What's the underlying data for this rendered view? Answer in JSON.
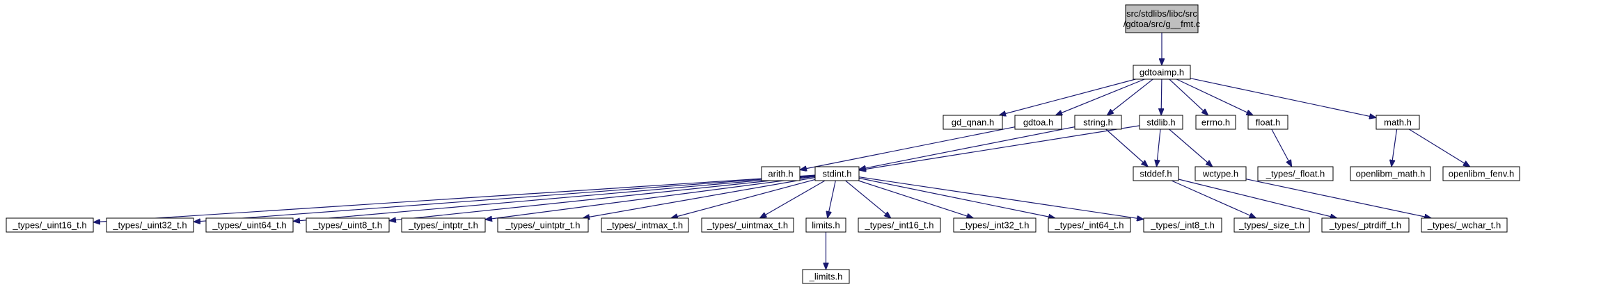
{
  "diagram": {
    "title": "src/stdlibs/libc/src/gdtoa/src/g__fmt.c",
    "colors": {
      "edge": "#191970",
      "root_fill": "#bfbfbf",
      "node_fill": "#ffffff",
      "border": "#000000"
    },
    "nodes": [
      {
        "id": "root",
        "lines": [
          "src/stdlibs/libc/src",
          "/gdtoa/src/g__fmt.c"
        ]
      },
      {
        "id": "gdtoaimp",
        "lines": [
          "gdtoaimp.h"
        ]
      },
      {
        "id": "gd_qnan",
        "lines": [
          "gd_qnan.h"
        ]
      },
      {
        "id": "gdtoa",
        "lines": [
          "gdtoa.h"
        ]
      },
      {
        "id": "string",
        "lines": [
          "string.h"
        ]
      },
      {
        "id": "stdlib",
        "lines": [
          "stdlib.h"
        ]
      },
      {
        "id": "errno",
        "lines": [
          "errno.h"
        ]
      },
      {
        "id": "float",
        "lines": [
          "float.h"
        ]
      },
      {
        "id": "math",
        "lines": [
          "math.h"
        ]
      },
      {
        "id": "arith",
        "lines": [
          "arith.h"
        ]
      },
      {
        "id": "stdint",
        "lines": [
          "stdint.h"
        ]
      },
      {
        "id": "stddef",
        "lines": [
          "stddef.h"
        ]
      },
      {
        "id": "wctype",
        "lines": [
          "wctype.h"
        ]
      },
      {
        "id": "types_float",
        "lines": [
          "_types/_float.h"
        ]
      },
      {
        "id": "openlibm_math",
        "lines": [
          "openlibm_math.h"
        ]
      },
      {
        "id": "openlibm_fenv",
        "lines": [
          "openlibm_fenv.h"
        ]
      },
      {
        "id": "uint16",
        "lines": [
          "_types/_uint16_t.h"
        ]
      },
      {
        "id": "uint32",
        "lines": [
          "_types/_uint32_t.h"
        ]
      },
      {
        "id": "uint64",
        "lines": [
          "_types/_uint64_t.h"
        ]
      },
      {
        "id": "uint8",
        "lines": [
          "_types/_uint8_t.h"
        ]
      },
      {
        "id": "intptr",
        "lines": [
          "_types/_intptr_t.h"
        ]
      },
      {
        "id": "uintptr",
        "lines": [
          "_types/_uintptr_t.h"
        ]
      },
      {
        "id": "intmax",
        "lines": [
          "_types/_intmax_t.h"
        ]
      },
      {
        "id": "uintmax",
        "lines": [
          "_types/_uintmax_t.h"
        ]
      },
      {
        "id": "limits",
        "lines": [
          "limits.h"
        ]
      },
      {
        "id": "int16",
        "lines": [
          "_types/_int16_t.h"
        ]
      },
      {
        "id": "int32",
        "lines": [
          "_types/_int32_t.h"
        ]
      },
      {
        "id": "int64",
        "lines": [
          "_types/_int64_t.h"
        ]
      },
      {
        "id": "int8",
        "lines": [
          "_types/_int8_t.h"
        ]
      },
      {
        "id": "size_t",
        "lines": [
          "_types/_size_t.h"
        ]
      },
      {
        "id": "ptrdiff",
        "lines": [
          "_types/_ptrdiff_t.h"
        ]
      },
      {
        "id": "wchar",
        "lines": [
          "_types/_wchar_t.h"
        ]
      },
      {
        "id": "_limits",
        "lines": [
          "_limits.h"
        ]
      }
    ],
    "edges": [
      [
        "root",
        "gdtoaimp"
      ],
      [
        "gdtoaimp",
        "gd_qnan"
      ],
      [
        "gdtoaimp",
        "gdtoa"
      ],
      [
        "gdtoaimp",
        "string"
      ],
      [
        "gdtoaimp",
        "stdlib"
      ],
      [
        "gdtoaimp",
        "errno"
      ],
      [
        "gdtoaimp",
        "float"
      ],
      [
        "gdtoaimp",
        "math"
      ],
      [
        "gdtoa",
        "arith"
      ],
      [
        "string",
        "stdint"
      ],
      [
        "string",
        "stddef"
      ],
      [
        "stdlib",
        "stdint"
      ],
      [
        "stdlib",
        "stddef"
      ],
      [
        "stdlib",
        "wctype"
      ],
      [
        "float",
        "types_float"
      ],
      [
        "math",
        "openlibm_math"
      ],
      [
        "math",
        "openlibm_fenv"
      ],
      [
        "stdint",
        "uint16"
      ],
      [
        "stdint",
        "uint32"
      ],
      [
        "stdint",
        "uint64"
      ],
      [
        "stdint",
        "uint8"
      ],
      [
        "stdint",
        "intptr"
      ],
      [
        "stdint",
        "uintptr"
      ],
      [
        "stdint",
        "intmax"
      ],
      [
        "stdint",
        "uintmax"
      ],
      [
        "stdint",
        "limits"
      ],
      [
        "stdint",
        "int16"
      ],
      [
        "stdint",
        "int32"
      ],
      [
        "stdint",
        "int64"
      ],
      [
        "stdint",
        "int8"
      ],
      [
        "stddef",
        "size_t"
      ],
      [
        "stddef",
        "ptrdiff"
      ],
      [
        "wctype",
        "wchar"
      ],
      [
        "limits",
        "_limits"
      ]
    ]
  }
}
